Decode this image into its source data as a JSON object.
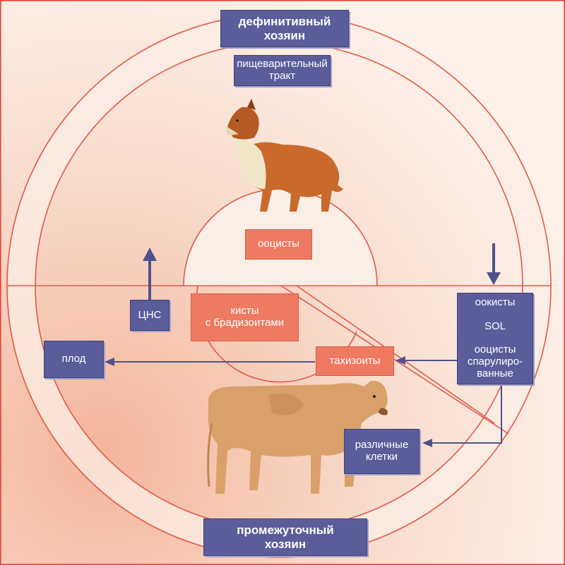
{
  "labels": {
    "definitive_host": "дефинитивный\nхозяин",
    "digestive_tract": "пищеварительный\nтракт",
    "oocysts": "ооцисты",
    "cns": "ЦНС",
    "cysts": "кисты\nс брадизоитами",
    "oocysts_sol": "оокисты\n\nSOL\n\nооцисты\nспарулиро-\nванные",
    "fetus": "плод",
    "tachyzoites": "тахизоиты",
    "various_cells": "различные\nклетки",
    "intermediate_host": "промежуточный\nхозяин"
  },
  "images": {
    "dog": "dog-illustration",
    "cow": "cow-illustration"
  },
  "colors": {
    "blue_box": "#5a5d9a",
    "red_box": "#ef7a62",
    "ring": "#e05a4a",
    "arrow": "#50528c"
  }
}
